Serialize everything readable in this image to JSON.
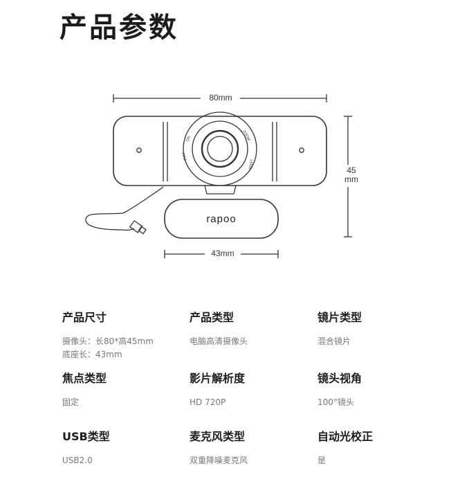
{
  "page": {
    "title": "产品参数"
  },
  "diagram": {
    "width_label": "80mm",
    "height_label_value": "45",
    "height_label_unit": "mm",
    "base_label": "43mm",
    "brand": "rapoo",
    "lens_ring_text": [
      "ON",
      "ZOOM",
      "LENS",
      "FULL"
    ]
  },
  "specs": [
    {
      "title": "产品尺寸",
      "values": [
        "摄像头：长80*高45mm",
        "底座长：43mm"
      ]
    },
    {
      "title": "产品类型",
      "values": [
        "电脑高清摄像头"
      ]
    },
    {
      "title": "镜片类型",
      "values": [
        "混合镜片"
      ]
    },
    {
      "title": "焦点类型",
      "values": [
        "固定"
      ]
    },
    {
      "title": "影片解析度",
      "values": [
        "HD 720P"
      ]
    },
    {
      "title": "镜头视角",
      "values": [
        "100°镜头"
      ]
    },
    {
      "title": "USB类型",
      "values": [
        "USB2.0"
      ]
    },
    {
      "title": "麦克风类型",
      "values": [
        "双重降噪麦克风"
      ]
    },
    {
      "title": "自动光校正",
      "values": [
        "是"
      ]
    }
  ]
}
